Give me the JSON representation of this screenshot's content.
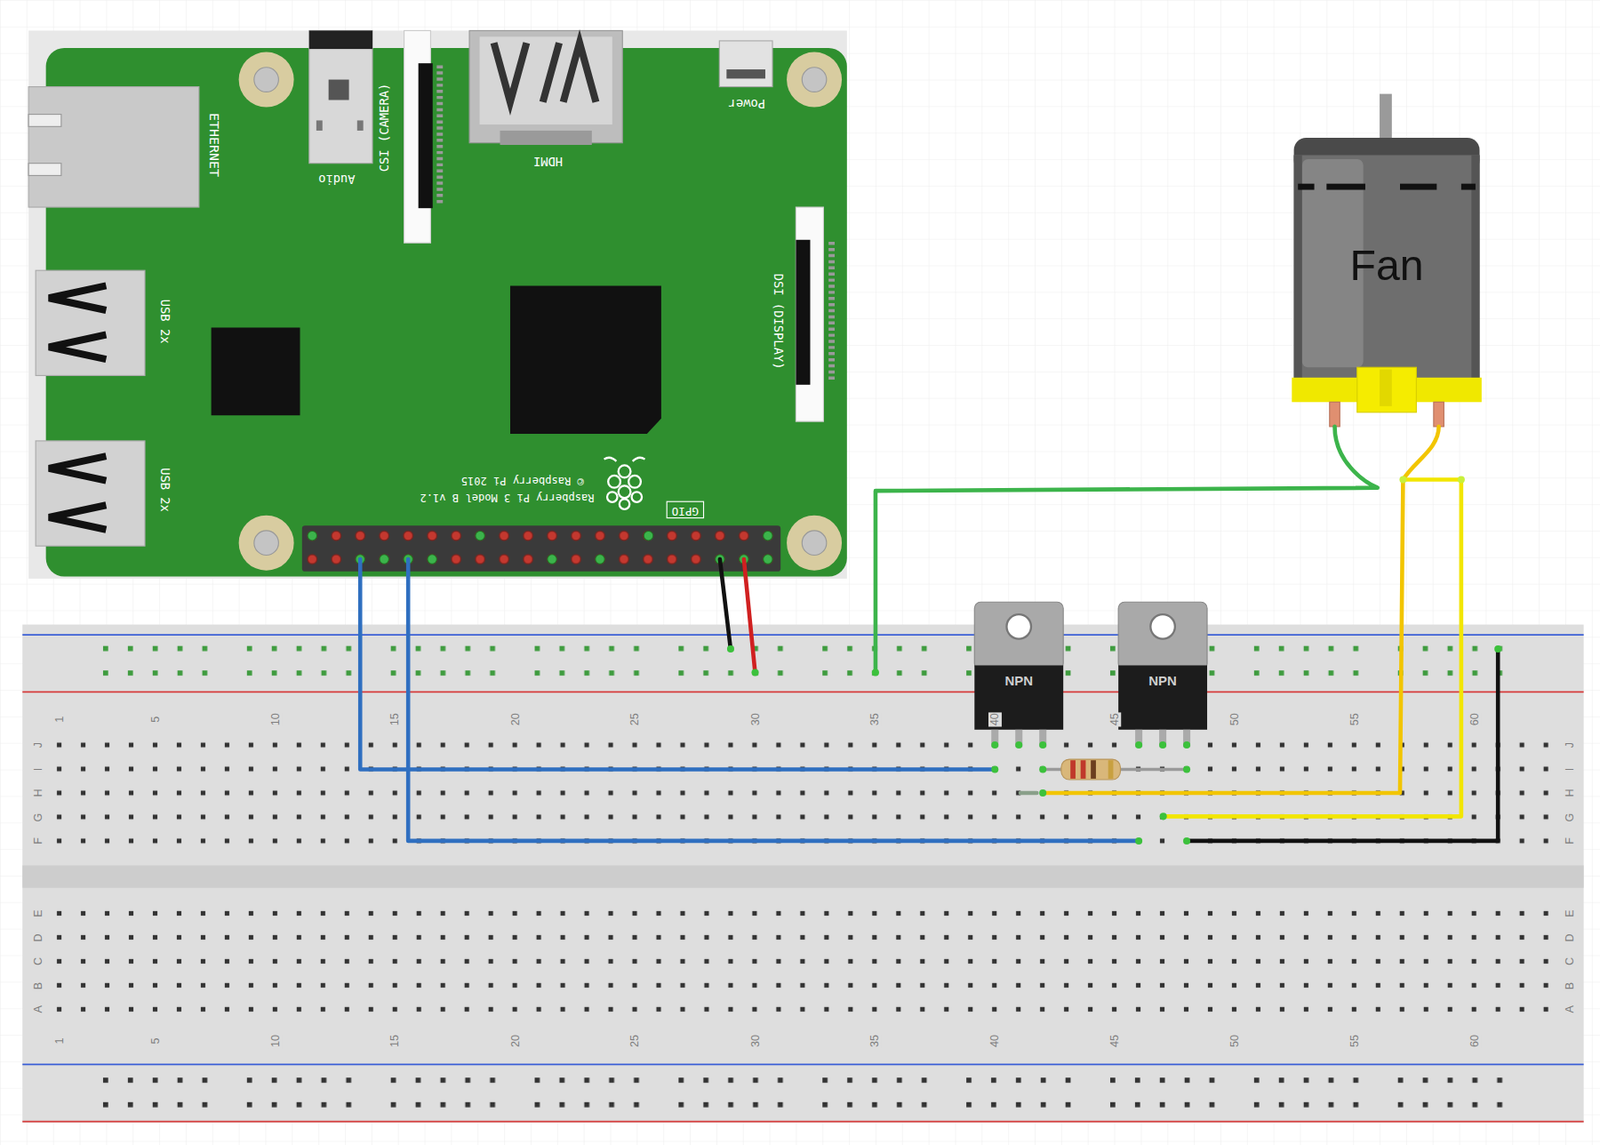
{
  "diagram": {
    "nodes": [
      {
        "text": [
          "Fan"
        ]
      },
      {
        "text": [
          "GPIO"
        ]
      },
      {
        "text": [
          "NPN"
        ]
      },
      {
        "text": [
          "NPN"
        ]
      }
    ],
    "labels": [
      "ETHERNET",
      "Audio",
      "CSI (CAMERA)",
      "HDMI",
      "Power",
      "USB 2x",
      "DSI (DISPLAY)",
      "USB 2x",
      "© Raspberry Pi 2015",
      "Raspberry Pi 3 Model B v1.2",
      "1",
      "5",
      "10",
      "15",
      "20",
      "25",
      "30",
      "35",
      "40",
      "45",
      "50",
      "55",
      "60",
      "J",
      "J",
      "I",
      "I",
      "H",
      "H",
      "G",
      "G",
      "F",
      "F",
      "E",
      "E",
      "D",
      "D",
      "C",
      "C",
      "B",
      "B",
      "A",
      "A",
      "1",
      "5",
      "10",
      "15",
      "20",
      "25",
      "30",
      "35",
      "40",
      "45",
      "50",
      "55",
      "60"
    ]
  }
}
